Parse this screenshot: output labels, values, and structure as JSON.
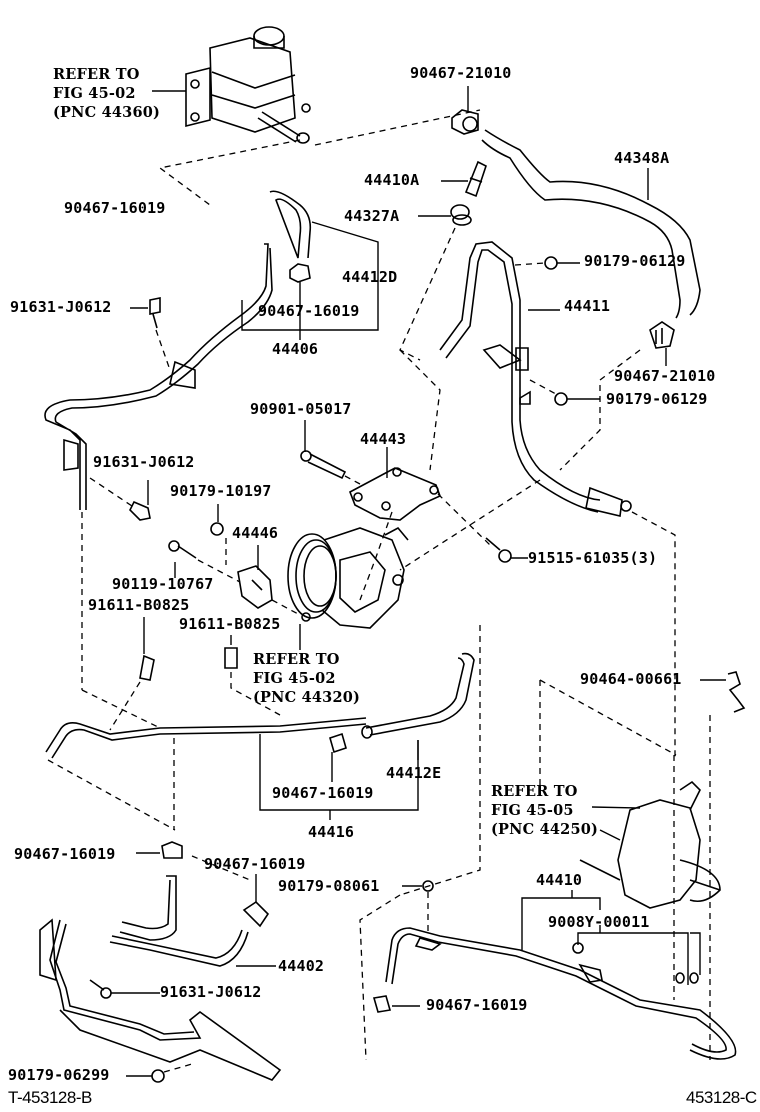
{
  "diagram": {
    "figure_id_left": "T-453128-B",
    "figure_id_right": "453128-C",
    "refer_blocks": [
      {
        "id": "reservoir",
        "line1": "REFER TO",
        "line2": "FIG 45-02",
        "line3": "(PNC 44360)"
      },
      {
        "id": "pump",
        "line1": "REFER TO",
        "line2": "FIG 45-02",
        "line3": "(PNC 44320)"
      },
      {
        "id": "gear",
        "line1": "REFER TO",
        "line2": "FIG 45-05",
        "line3": "(PNC 44250)"
      }
    ],
    "parts": {
      "p01": "90467-21010",
      "p02": "44348A",
      "p03": "44410A",
      "p04": "44327A",
      "p05": "90467-16019",
      "p06": "44412D",
      "p07": "90179-06129",
      "p08": "91631-J0612",
      "p09": "90467-16019",
      "p10": "44406",
      "p11": "44411",
      "p12": "90467-21010",
      "p13": "90179-06129",
      "p14": "90901-05017",
      "p15": "44443",
      "p16": "91631-J0612",
      "p17": "90179-10197",
      "p18": "44446",
      "p19": "91515-61035(3)",
      "p20": "90119-10767",
      "p21": "91611-B0825",
      "p22": "91611-B0825",
      "p23": "90464-00661",
      "p24": "44412E",
      "p25": "90467-16019",
      "p26": "44416",
      "p27": "90467-16019",
      "p28": "90467-16019",
      "p29": "90179-08061",
      "p30": "44410",
      "p31": "9008Y-00011",
      "p32": "44402",
      "p33": "91631-J0612",
      "p34": "90467-16019",
      "p35": "90179-06299"
    }
  }
}
